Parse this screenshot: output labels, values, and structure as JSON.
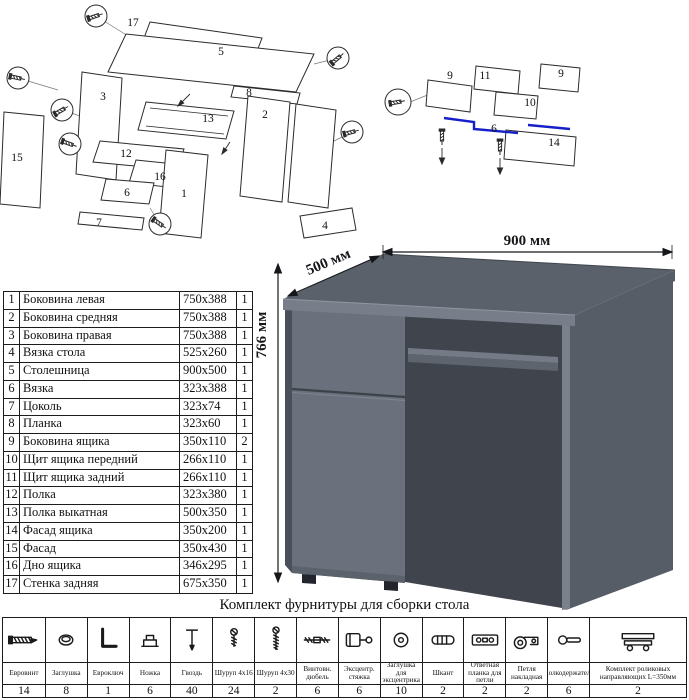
{
  "diagrams": {
    "left": {
      "labels": [
        "17",
        "5",
        "8",
        "3",
        "13",
        "12",
        "15",
        "16",
        "6",
        "1",
        "2",
        "4",
        "7"
      ]
    },
    "right": {
      "labels": [
        "9",
        "11",
        "9",
        "10",
        "6",
        "14"
      ]
    }
  },
  "parts_table": {
    "rows": [
      {
        "num": "1",
        "name": "Боковина левая",
        "size": "750x388",
        "qty": "1"
      },
      {
        "num": "2",
        "name": "Боковина средняя",
        "size": "750x388",
        "qty": "1"
      },
      {
        "num": "3",
        "name": "Боковина правая",
        "size": "750x388",
        "qty": "1"
      },
      {
        "num": "4",
        "name": "Вязка стола",
        "size": "525x260",
        "qty": "1"
      },
      {
        "num": "5",
        "name": "Столешница",
        "size": "900x500",
        "qty": "1"
      },
      {
        "num": "6",
        "name": "Вязка",
        "size": "323x388",
        "qty": "1"
      },
      {
        "num": "7",
        "name": "Цоколь",
        "size": "323x74",
        "qty": "1"
      },
      {
        "num": "8",
        "name": "Планка",
        "size": "323x60",
        "qty": "1"
      },
      {
        "num": "9",
        "name": "Боковина ящика",
        "size": "350x110",
        "qty": "2"
      },
      {
        "num": "10",
        "name": "Щит ящика передний",
        "size": "266x110",
        "qty": "1"
      },
      {
        "num": "11",
        "name": "Щит ящика задний",
        "size": "266x110",
        "qty": "1"
      },
      {
        "num": "12",
        "name": "Полка",
        "size": "323x380",
        "qty": "1"
      },
      {
        "num": "13",
        "name": "Полка выкатная",
        "size": "500x350",
        "qty": "1"
      },
      {
        "num": "14",
        "name": "Фасад ящика",
        "size": "350x200",
        "qty": "1"
      },
      {
        "num": "15",
        "name": "Фасад",
        "size": "350x430",
        "qty": "1"
      },
      {
        "num": "16",
        "name": "Дно ящика",
        "size": "346x295",
        "qty": "1"
      },
      {
        "num": "17",
        "name": "Стенка задняя",
        "size": "675x350",
        "qty": "1"
      }
    ]
  },
  "desk": {
    "dimensions": {
      "width": "900 мм",
      "depth": "500 мм",
      "height": "766 мм"
    }
  },
  "hardware": {
    "title": "Комплект фурнитуры для сборки стола",
    "items": [
      {
        "label": "Евровинт",
        "qty": "14",
        "icon": "euroscrew"
      },
      {
        "label": "Заглушка",
        "qty": "8",
        "icon": "cap"
      },
      {
        "label": "Евроключ",
        "qty": "1",
        "icon": "hexkey"
      },
      {
        "label": "Ножка",
        "qty": "6",
        "icon": "foot"
      },
      {
        "label": "Гвоздь",
        "qty": "40",
        "icon": "nail"
      },
      {
        "label": "Шуруп 4x16",
        "qty": "24",
        "icon": "screw-small"
      },
      {
        "label": "Шуруп 4x30",
        "qty": "2",
        "icon": "screw-large"
      },
      {
        "label": "Винтовн. дюбель",
        "qty": "6",
        "icon": "dowel-screw"
      },
      {
        "label": "Эксцентр. стяжка",
        "qty": "6",
        "icon": "cam-lock"
      },
      {
        "label": "Заглушка для эксцентрика",
        "qty": "10",
        "icon": "cam-cap"
      },
      {
        "label": "Шкант",
        "qty": "2",
        "icon": "wood-dowel"
      },
      {
        "label": "Ответная планка для петли",
        "qty": "2",
        "icon": "hinge-plate"
      },
      {
        "label": "Петля накладная",
        "qty": "2",
        "icon": "hinge"
      },
      {
        "label": "Полкодержатель",
        "qty": "6",
        "icon": "shelf-support"
      },
      {
        "label": "Комплект роликовых направляющих L=350мм",
        "qty": "2",
        "icon": "slides"
      }
    ]
  },
  "colors": {
    "desk_gray": "#6a717c",
    "slide_blue": "#1620c8"
  }
}
